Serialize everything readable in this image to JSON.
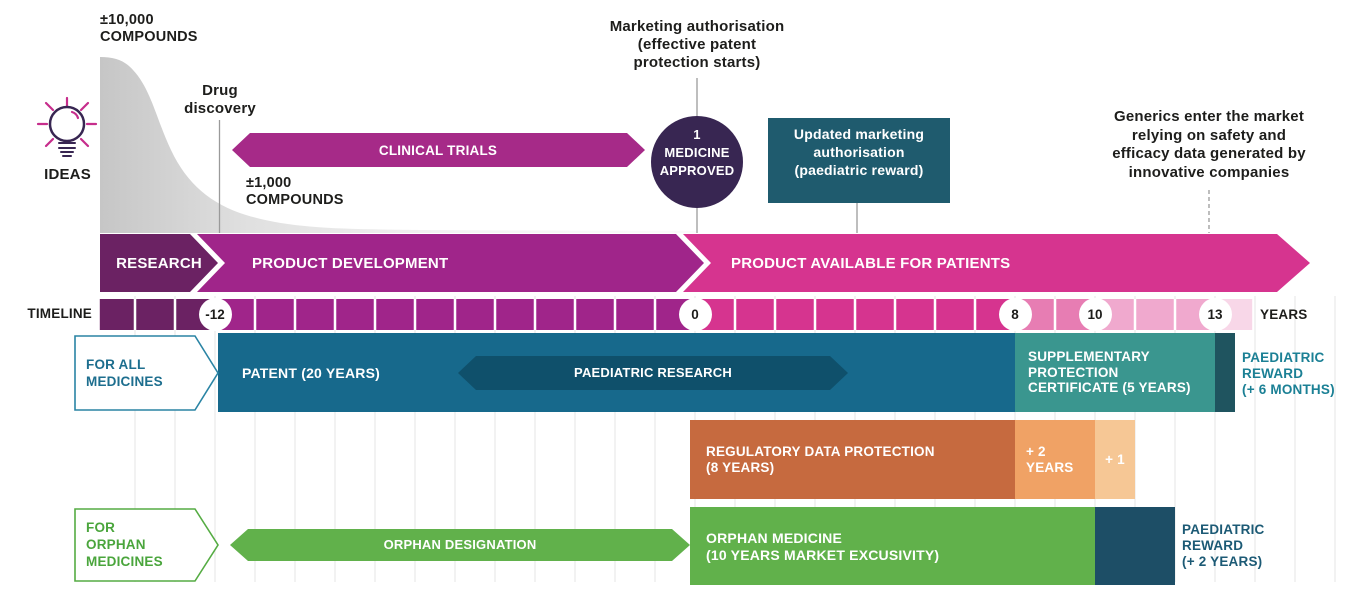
{
  "colors": {
    "research": "#6b2263",
    "development": "#a0258a",
    "available": "#d6348f",
    "timeline_dark": "#6b2263",
    "timeline_mid": "#a0258a",
    "timeline_pink": "#d6348f",
    "timeline_pink2": "#e77db3",
    "timeline_pink3": "#f0a9ce",
    "timeline_pink4": "#f8d7e8",
    "clinical_ribbon": "#a62a88",
    "approved_circle": "#382652",
    "updated_box": "#1f5b6e",
    "patent": "#17698c",
    "paediatric_research": "#0f506b",
    "spc": "#3a968f",
    "plus6_block": "#1f545f",
    "reward6_text": "#1b8095",
    "rdp": "#c66a3f",
    "rdp_plus2": "#f0a265",
    "rdp_plus1": "#f6c795",
    "green": "#61b14b",
    "orphan_plus2_block": "#1d4e66",
    "reward2_text": "#1c5a75",
    "tag_all_border": "#2a84a4",
    "tag_all_text": "#1d6e8e",
    "tag_orphan_border": "#55ac43",
    "tag_orphan_text": "#4aa53c",
    "gridline": "#e4e4e4",
    "connector": "#9a9a9a",
    "funnel_gray": "#c6c6c6"
  },
  "funnel": {
    "ideas": "IDEAS",
    "compounds_top": [
      "±10,000",
      "COMPOUNDS"
    ],
    "compounds_mid": [
      "±1,000",
      "COMPOUNDS"
    ],
    "drug_discovery": [
      "Drug",
      "discovery"
    ]
  },
  "annotations": {
    "clinical_trials": "CLINICAL TRIALS",
    "marketing_auth": [
      "Marketing authorisation",
      "(effective patent",
      "protection starts)"
    ],
    "medicine_approved": [
      "1",
      "MEDICINE",
      "APPROVED"
    ],
    "updated_marketing": [
      "Updated marketing",
      "authorisation",
      "(paediatric reward)"
    ],
    "generics": [
      "Generics enter the market",
      "relying on safety and",
      "efficacy data generated by",
      "innovative companies"
    ]
  },
  "phases": {
    "research": "RESEARCH",
    "development": "PRODUCT DEVELOPMENT",
    "available": "PRODUCT AVAILABLE FOR PATIENTS"
  },
  "timeline": {
    "label": "TIMELINE",
    "years_label": "YEARS",
    "markers": [
      {
        "year": -12,
        "label": "-12"
      },
      {
        "year": 0,
        "label": "0"
      },
      {
        "year": 8,
        "label": "8"
      },
      {
        "year": 10,
        "label": "10"
      },
      {
        "year": 13,
        "label": "13"
      }
    ],
    "segments": [
      {
        "from": -14.88,
        "to": -12,
        "color": "#6b2263"
      },
      {
        "from": -12,
        "to": 0,
        "color": "#a0258a"
      },
      {
        "from": 0,
        "to": 8,
        "color": "#d6348f"
      },
      {
        "from": 8,
        "to": 10,
        "color": "#e77db3"
      },
      {
        "from": 10,
        "to": 13,
        "color": "#f0a9ce"
      },
      {
        "from": 13,
        "to": 13.93,
        "color": "#f8d7e8"
      }
    ]
  },
  "for_all_medicines": {
    "tag": [
      "FOR ALL",
      "MEDICINES"
    ],
    "patent": "PATENT (20 YEARS)",
    "paediatric_research": "PAEDIATRIC RESEARCH",
    "spc": [
      "SUPPLEMENTARY",
      "PROTECTION",
      "CERTIFICATE (5 YEARS)"
    ],
    "reward": [
      "PAEDIATRIC",
      "REWARD",
      "(+ 6 MONTHS)"
    ]
  },
  "regulatory": {
    "rdp": [
      "REGULATORY DATA PROTECTION",
      "(8 YEARS)"
    ],
    "plus2": [
      "+ 2",
      "YEARS"
    ],
    "plus1": "+ 1"
  },
  "orphan": {
    "tag": [
      "FOR",
      "ORPHAN",
      "MEDICINES"
    ],
    "designation": "ORPHAN  DESIGNATION",
    "medicine": [
      "ORPHAN MEDICINE",
      "(10 YEARS MARKET EXCUSIVITY)"
    ],
    "reward": [
      "PAEDIATRIC",
      "REWARD",
      "(+ 2 YEARS)"
    ]
  }
}
